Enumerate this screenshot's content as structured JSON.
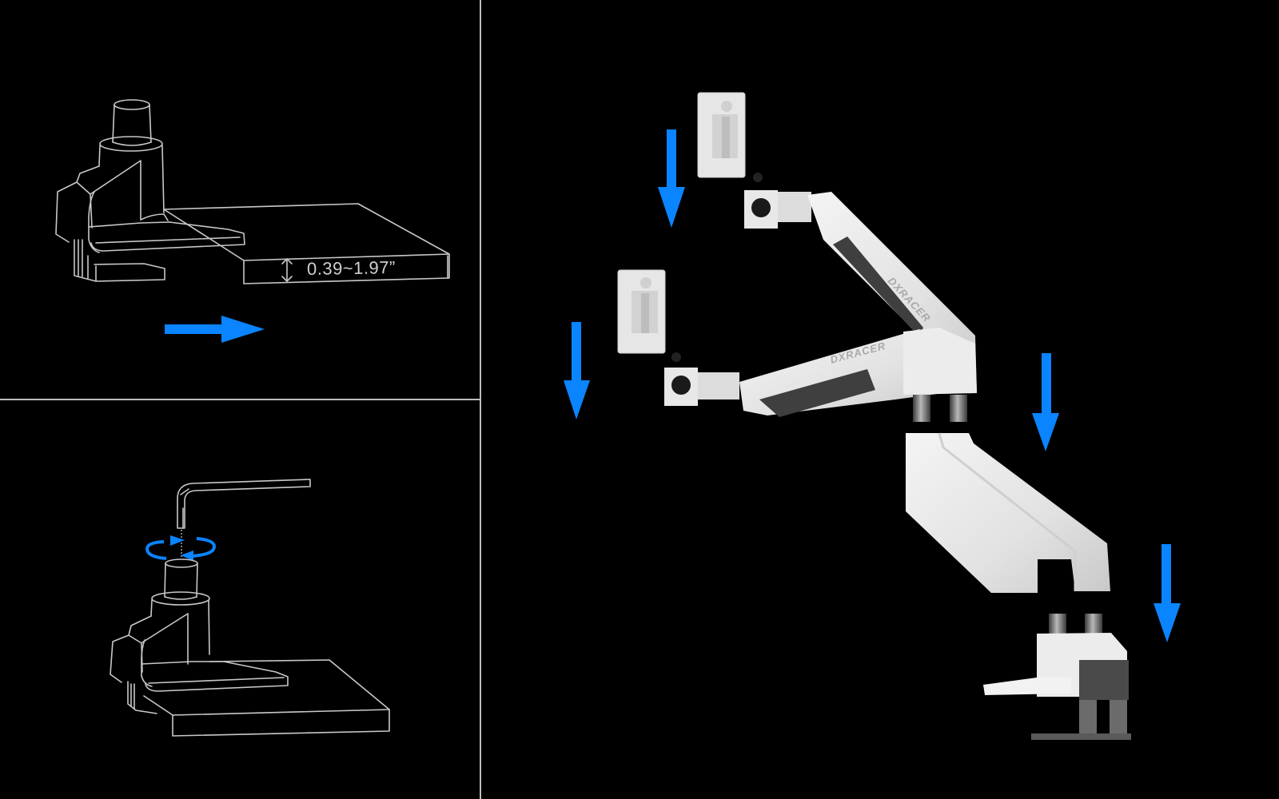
{
  "figure": {
    "title": "Monitor arm installation steps",
    "accent_color": "#0a84ff",
    "line_color": "#c8c8c8",
    "background": "#000000"
  },
  "panels": {
    "step_clamp": {
      "description": "Clamp base onto desk edge",
      "desk_thickness_label": "0.39~1.97”",
      "arrow_direction": "right"
    },
    "step_tighten": {
      "description": "Tighten pole with hex key",
      "rotation_indicator": "rotate",
      "tool": "hex-key"
    },
    "step_assemble": {
      "description": "Attach VESA plates and arms, insert into base",
      "brand_text": "DXRACER",
      "arrows": [
        {
          "id": "upper-vesa-arrow",
          "direction": "down"
        },
        {
          "id": "lower-vesa-arrow",
          "direction": "down"
        },
        {
          "id": "arm-arrow",
          "direction": "down"
        },
        {
          "id": "base-arrow",
          "direction": "down"
        }
      ]
    }
  }
}
